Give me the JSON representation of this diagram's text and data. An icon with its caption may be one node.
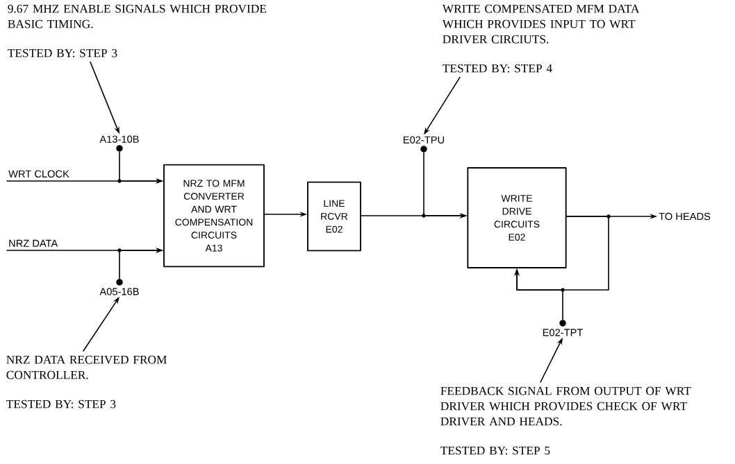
{
  "diagram": {
    "nodes": [
      {
        "text": [
          "9.67 MHZ ENABLE SIGNALS WHICH PROVIDE BASIC TIMING.",
          "TESTED BY: STEP 3"
        ]
      },
      {
        "text": [
          "WRITE COMPENSATED MFM DATA WHICH PROVIDES INPUT TO WRT DRIVER CIRCIUTS.",
          "TESTED BY: STEP 4"
        ]
      },
      {
        "text": [],
        "shape": "circle",
        "beside": [
          "A13-10B"
        ]
      },
      {
        "text": [],
        "shape": "circle",
        "beside": [
          "E02-TPU"
        ]
      },
      {
        "text": [
          "WRT CLOCK"
        ]
      },
      {
        "text": [
          "NRZ TO MFM CONVERTER AND WRT COMPENSATION CIRCUITS",
          "A13"
        ]
      },
      {
        "text": [
          "LINE RCVR",
          "E02"
        ]
      },
      {
        "text": [
          "WRITE DRIVE CIRCUITS",
          "E02"
        ]
      },
      {
        "text": [
          "TO HEADS"
        ]
      },
      {
        "text": [
          "NRZ DATA"
        ]
      },
      {
        "text": [],
        "shape": "circle",
        "beside": [
          "A05-16B"
        ]
      },
      {
        "text": [],
        "shape": "circle",
        "beside": [
          "E02-TPT"
        ]
      },
      {
        "text": [
          "NRZ DATA RECEIVED FROM CONTROLLER.",
          "TESTED BY: STEP 3"
        ]
      },
      {
        "text": [
          "FEEDBACK SIGNAL FROM OUTPUT OF WRT DRIVER WHICH PROVIDES CHECK OF WRT DRIVER AND HEADS.",
          "TESTED BY: STEP 5"
        ]
      }
    ],
    "edges": [
      {
        "from": 0,
        "to": 2,
        "arrow": "to"
      },
      {
        "from": 1,
        "to": 3,
        "arrow": "to"
      },
      {
        "from": 12,
        "to": 10,
        "arrow": "to"
      },
      {
        "from": 13,
        "to": 11,
        "arrow": "to"
      },
      {
        "from": 4,
        "to": 5,
        "arrow": "to"
      },
      {
        "from": 9,
        "to": 5,
        "arrow": "to"
      },
      {
        "from": 2,
        "to": 5,
        "arrow": "to"
      },
      {
        "from": 10,
        "to": 5,
        "arrow": "to"
      },
      {
        "from": 5,
        "to": 6,
        "arrow": "to"
      },
      {
        "from": 6,
        "to": 7,
        "arrow": "to"
      },
      {
        "from": 3,
        "to": 7,
        "arrow": "to"
      },
      {
        "from": 7,
        "to": 8,
        "arrow": "to"
      },
      {
        "from": 7,
        "to": 7,
        "arrow": "to"
      },
      {
        "from": 11,
        "to": 7,
        "arrow": "to"
      }
    ]
  }
}
